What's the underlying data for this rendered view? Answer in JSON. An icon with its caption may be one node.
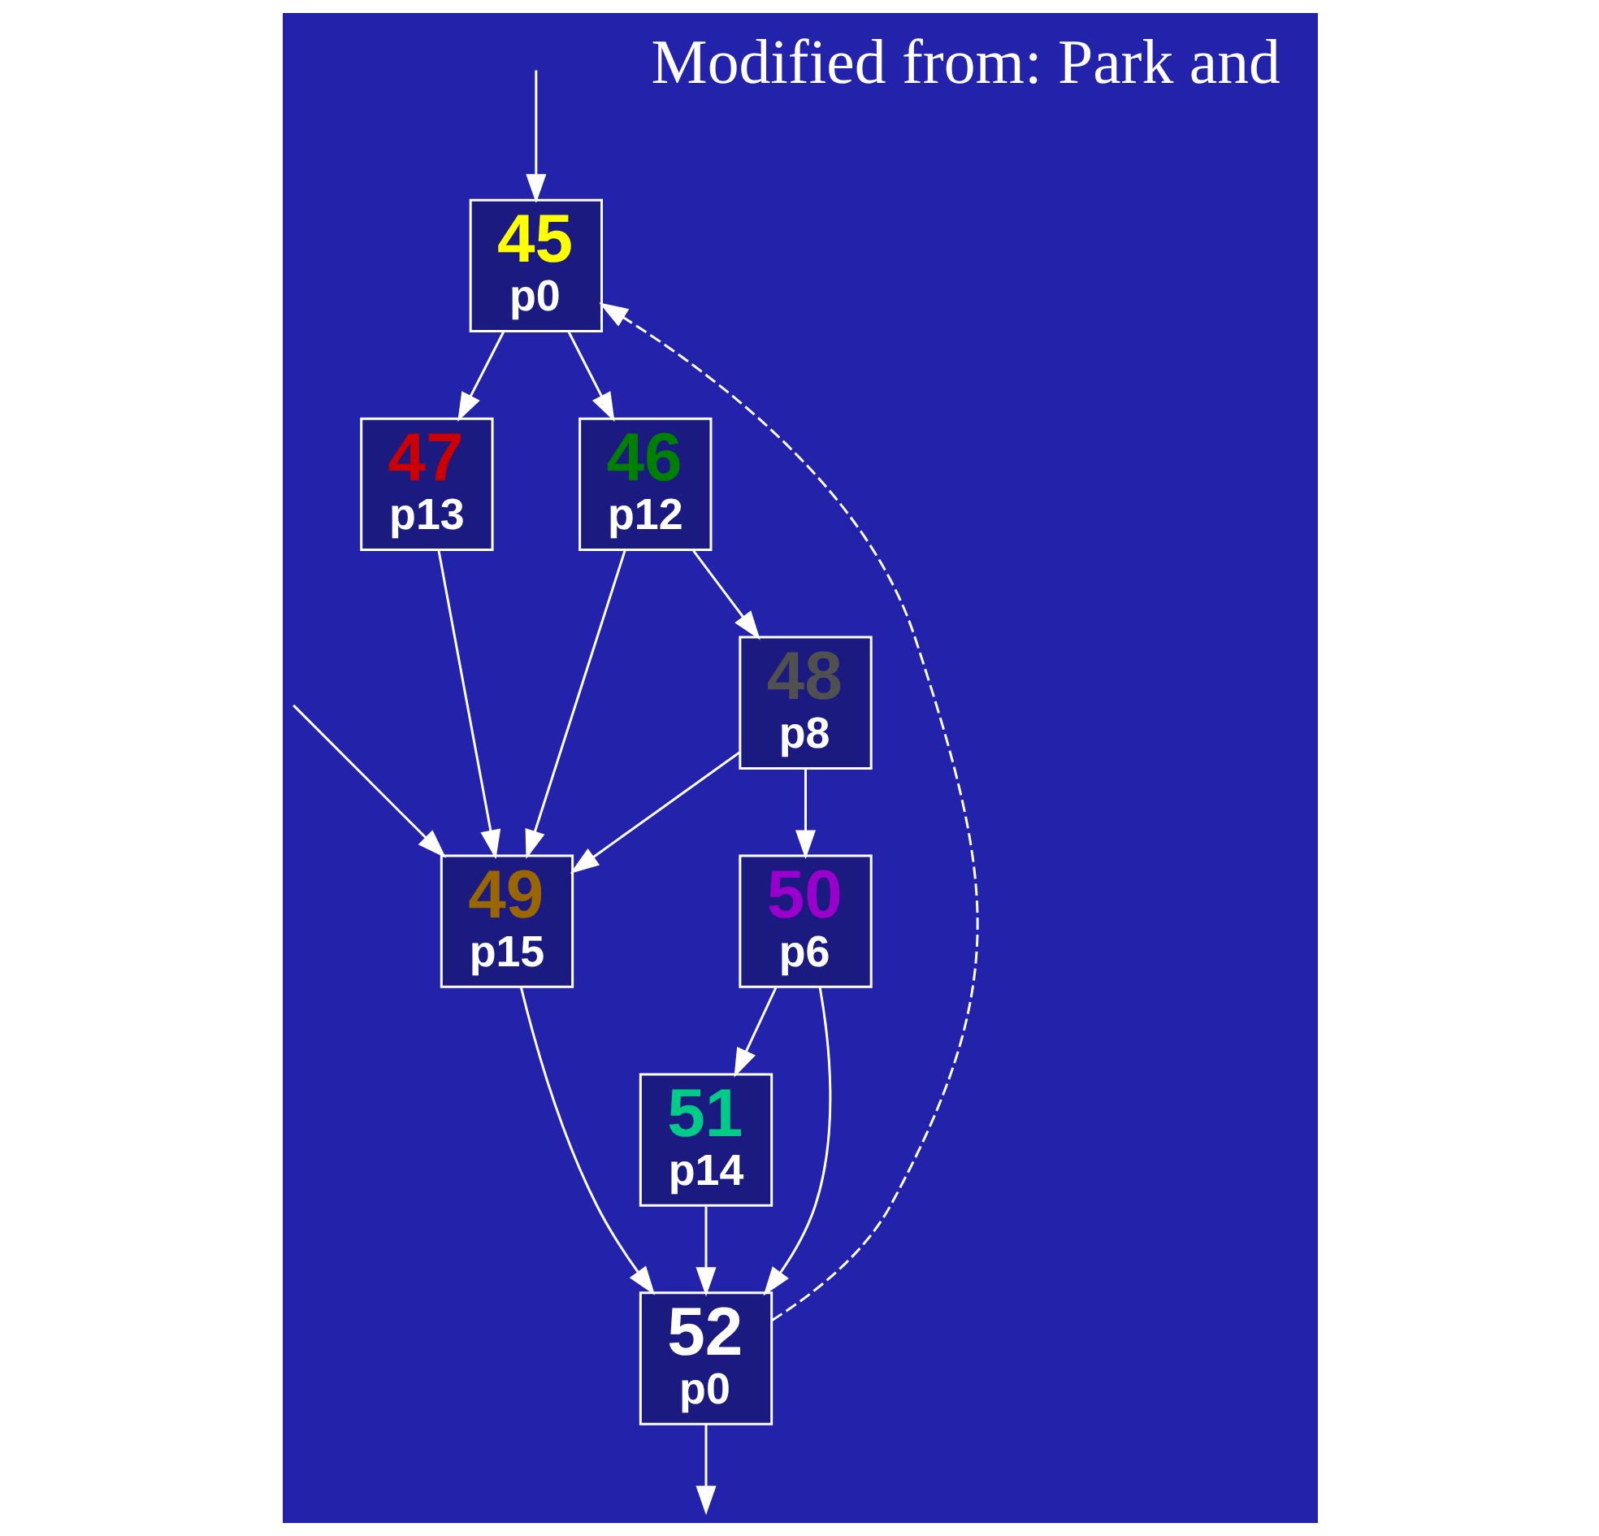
{
  "diagram": {
    "nodes": [
      {
        "text": [
          "45",
          "p0"
        ]
      },
      {
        "text": [
          "47",
          "p13"
        ]
      },
      {
        "text": [
          "46",
          "p12"
        ]
      },
      {
        "text": [
          "48",
          "p8"
        ]
      },
      {
        "text": [
          "49",
          "p15"
        ]
      },
      {
        "text": [
          "50",
          "p6"
        ]
      },
      {
        "text": [
          "51",
          "p14"
        ]
      },
      {
        "text": [
          "52",
          "p0"
        ]
      }
    ],
    "edges": [
      {
        "from": null,
        "to": 0,
        "arrow": "to"
      },
      {
        "from": 0,
        "to": 1,
        "arrow": "to"
      },
      {
        "from": 0,
        "to": 2,
        "arrow": "to"
      },
      {
        "from": 1,
        "to": 4,
        "arrow": "to"
      },
      {
        "from": 2,
        "to": 4,
        "arrow": "to"
      },
      {
        "from": 2,
        "to": 3,
        "arrow": "to"
      },
      {
        "from": 3,
        "to": 4,
        "arrow": "to"
      },
      {
        "from": 3,
        "to": 5,
        "arrow": "to"
      },
      {
        "from": 4,
        "to": 7,
        "arrow": "to"
      },
      {
        "from": 5,
        "to": 7,
        "arrow": "to"
      },
      {
        "from": 5,
        "to": 6,
        "arrow": "to"
      },
      {
        "from": 6,
        "to": 7,
        "arrow": "to"
      },
      {
        "from": 7,
        "to": null,
        "arrow": "to"
      },
      {
        "from": 7,
        "to": 0,
        "arrow": "to",
        "style": "dashed"
      },
      {
        "from": null,
        "to": 4,
        "arrow": "to"
      }
    ],
    "labels": [
      "Modified from: Park and"
    ]
  }
}
